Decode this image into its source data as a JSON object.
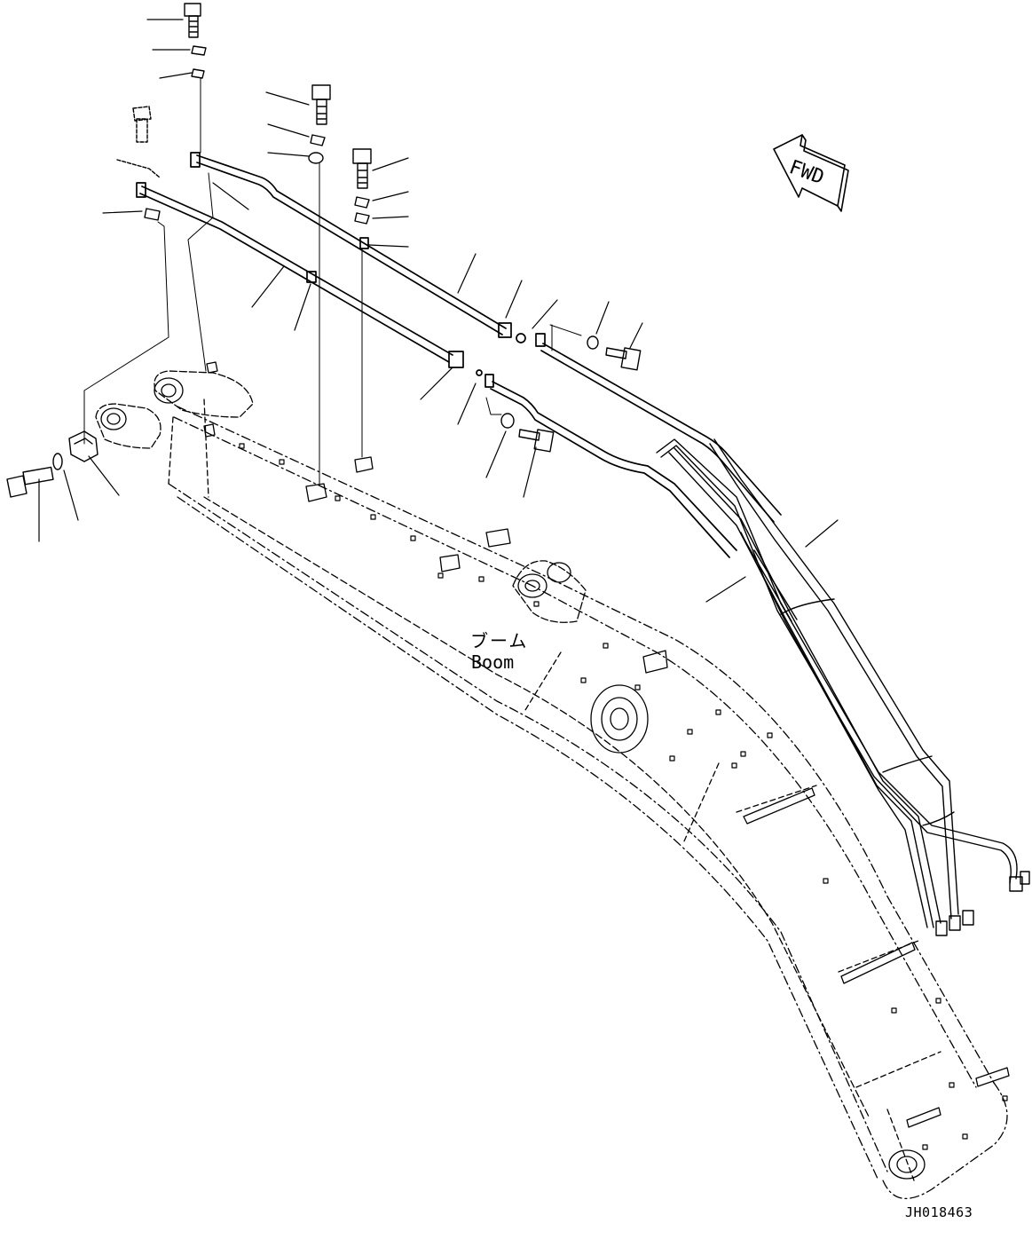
{
  "labels": {
    "boom_jp": "ブーム",
    "boom_en": "Boom",
    "direction": "FWD",
    "drawing_id": "JH018463"
  },
  "colors": {
    "line": "#000000",
    "background": "#ffffff"
  }
}
